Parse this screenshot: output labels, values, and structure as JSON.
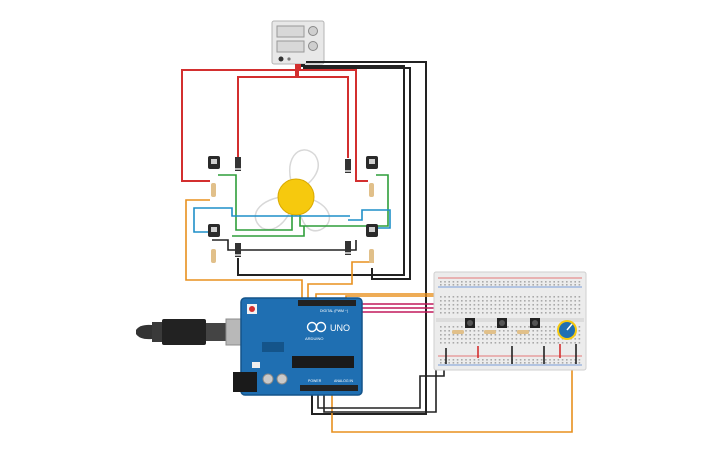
{
  "arduino": {
    "model_label": "UNO",
    "brand_label": "ARDUINO",
    "digital_label": "DIGITAL (PWM ~)",
    "power_label": "POWER",
    "analog_label": "ANALOG IN",
    "board_color": "#1f6fb2",
    "dark_color": "#14548a"
  },
  "power_supply": {
    "panel_color": "#e8e8e8",
    "display_color": "#d8d8d8"
  },
  "wire_colors": {
    "red": "#d32f2f",
    "black": "#222222",
    "green": "#2e9e3a",
    "blue": "#1f8fc8",
    "orange": "#e8901e",
    "magenta": "#c2185b"
  },
  "motor": {
    "hub_color": "#f6c90e"
  },
  "breadboard": {
    "body_color": "#ececec",
    "rail_red": "#e05050",
    "rail_blue": "#5080d0"
  },
  "potentiometer": {
    "knob_color": "#1f6fb2",
    "ring_color": "#f6c90e"
  }
}
